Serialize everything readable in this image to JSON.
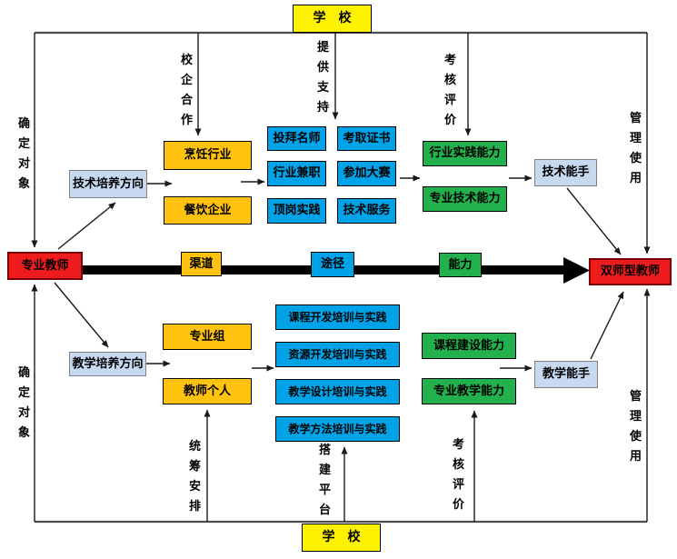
{
  "title_boxes": {
    "school_top": "学　校",
    "school_bottom": "学　校"
  },
  "main_nodes": {
    "source": "专业教师",
    "target": "双师型教师"
  },
  "flow_nodes": {
    "channel": "渠道",
    "path": "途径",
    "ability": "能力"
  },
  "tech_branch": {
    "direction": "技术培养方向",
    "partners": [
      "烹饪行业",
      "餐饮企业"
    ],
    "activities": [
      "投拜名师",
      "考取证书",
      "行业兼职",
      "参加大赛",
      "顶岗实践",
      "技术服务"
    ],
    "abilities": [
      "行业实践能力",
      "专业技术能力"
    ],
    "result": "技术能手"
  },
  "teach_branch": {
    "direction": "教学培养方向",
    "partners": [
      "专业组",
      "教师个人"
    ],
    "activities": [
      "课程开发培训与实践",
      "资源开发培训与实践",
      "教学设计培训与实践",
      "教学方法培训与实践"
    ],
    "abilities": [
      "课程建设能力",
      "专业教学能力"
    ],
    "result": "教学能手"
  },
  "vertical_labels": {
    "determine_object_top": "确定对象",
    "determine_object_bottom": "确定对象",
    "school_enterprise_coop": "校企合作",
    "provide_support": "提供支持",
    "assess_evaluate_top": "考核评价",
    "manage_use_top": "管理使用",
    "overall_arrangement": "统筹安排",
    "build_platform": "搭建平台",
    "assess_evaluate_bottom": "考核评价",
    "manage_use_bottom": "管理使用"
  },
  "colors": {
    "yellow": "#FFF200",
    "red": "#EE1C1C",
    "orange": "#FFC20E",
    "blue": "#00A2E8",
    "green": "#22B14C",
    "light_blue": "#C6D9F0",
    "line": "#1a1a1a"
  }
}
